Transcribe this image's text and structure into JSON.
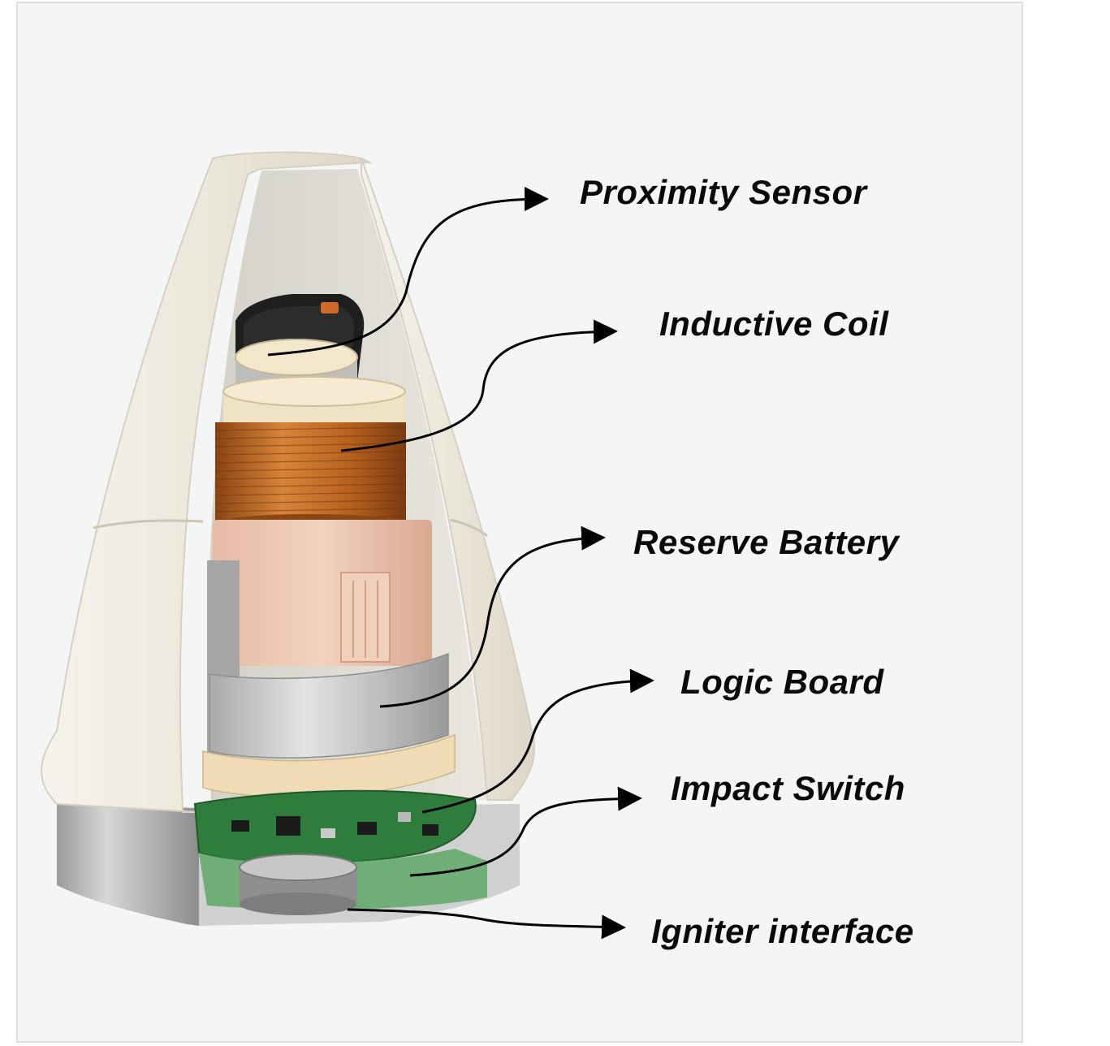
{
  "labels": {
    "proximity_sensor": "Proximity Sensor",
    "inductive_coil": "Inductive Coil",
    "reserve_battery": "Reserve Battery",
    "logic_board": "Logic Board",
    "impact_switch": "Impact Switch",
    "igniter_interface": "Igniter interface"
  },
  "colors": {
    "background": "#f4f6f6",
    "shell": "#ebe7dc",
    "coil_copper": "#c06a22",
    "battery_pink": "#e9c2ad",
    "metal_band": "#c3c3c3",
    "pcb_green": "#2f7d3c",
    "arrow": "#000000"
  }
}
